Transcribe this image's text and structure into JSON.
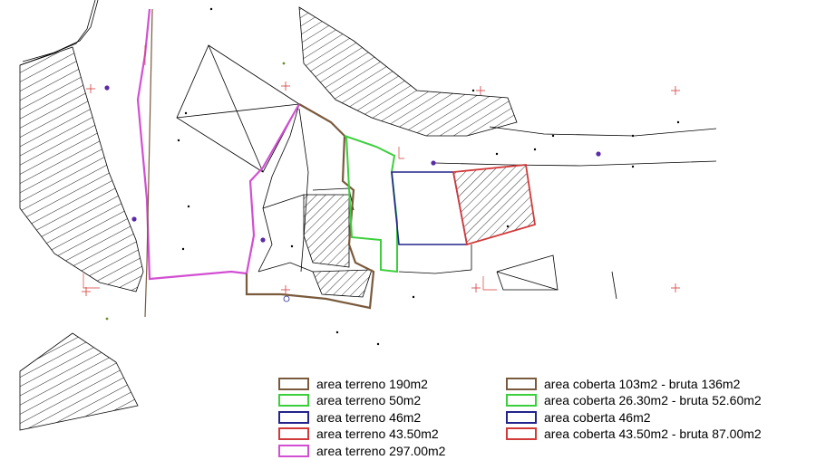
{
  "legend": {
    "left": [
      {
        "label": "area terreno 190m2",
        "color": "#7a5a3c"
      },
      {
        "label": "area terreno 50m2",
        "color": "#3ccf3c"
      },
      {
        "label": "area terreno 46m2",
        "color": "#23238c"
      },
      {
        "label": "area terreno 43.50m2",
        "color": "#d23a3a"
      },
      {
        "label": "area terreno 297.00m2",
        "color": "#d24fd2"
      }
    ],
    "right": [
      {
        "label": "area coberta 103m2 - bruta 136m2",
        "color": "#7a5a3c"
      },
      {
        "label": "area coberta 26.30m2 - bruta 52.60m2",
        "color": "#3ccf3c"
      },
      {
        "label": "area coberta 46m2",
        "color": "#23238c"
      },
      {
        "label": "area coberta 43.50m2 - bruta 87.00m2",
        "color": "#d23a3a"
      }
    ]
  }
}
